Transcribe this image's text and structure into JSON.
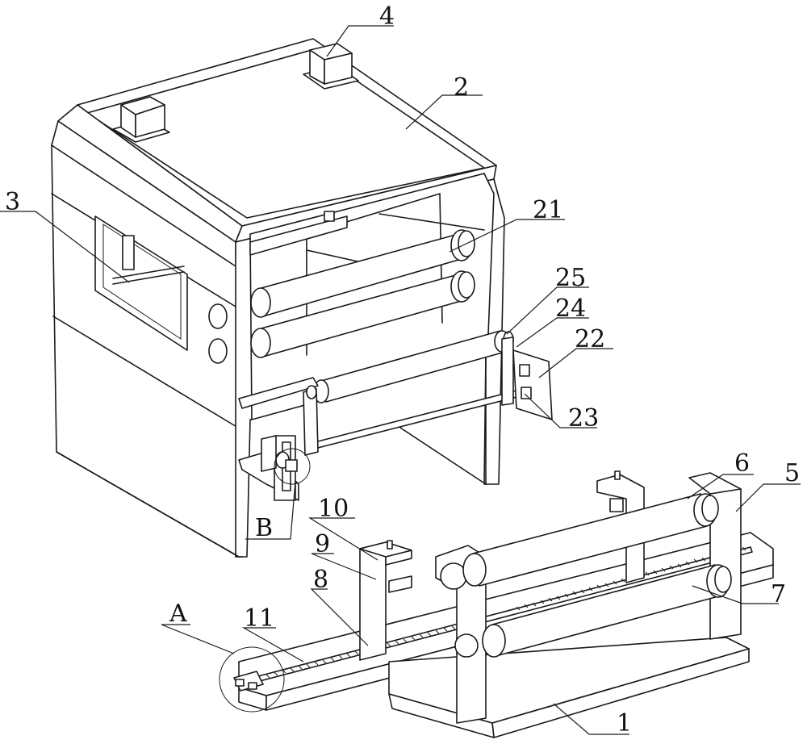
{
  "labels": {
    "l1": "1",
    "l2": "2",
    "l3": "3",
    "l4": "4",
    "l5": "5",
    "l6": "6",
    "l7": "7",
    "l8": "8",
    "l9": "9",
    "l10": "10",
    "l11": "11",
    "l21": "21",
    "l22": "22",
    "l23": "23",
    "l24": "24",
    "l25": "25",
    "lA": "A",
    "lB": "B"
  },
  "colors": {
    "line": "#1a1a1a",
    "background": "#ffffff"
  }
}
